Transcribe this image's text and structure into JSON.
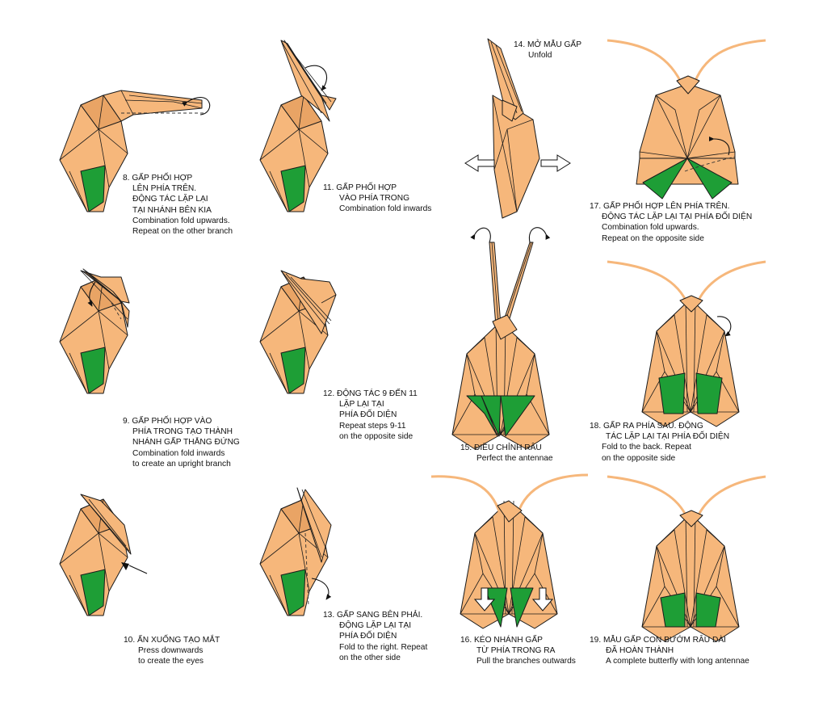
{
  "colors": {
    "paper": "#F6B77B",
    "paper_shade": "#E9A465",
    "green": "#1E9E36",
    "line": "#1a1a1a"
  },
  "steps": [
    {
      "id": "8",
      "lines": [
        "8. GẤP PHỐI HỢP",
        "LÊN PHÍA TRÊN.",
        "ĐỘNG TÁC LẶP LẠI",
        "TẠI NHÁNH BÊN KIA",
        "Combination fold upwards.",
        "Repeat on the other branch"
      ]
    },
    {
      "id": "9",
      "lines": [
        "9. GẤP PHỐI HỢP VÀO",
        "PHÍA TRONG TẠO THÀNH",
        "NHÁNH GẤP THẲNG ĐỨNG",
        "Combination fold inwards",
        "to create an upright branch"
      ]
    },
    {
      "id": "10",
      "lines": [
        "10. ẤN XUỐNG TẠO MẮT",
        "Press downwards",
        "to create the eyes"
      ]
    },
    {
      "id": "11",
      "lines": [
        "11. GẤP PHỐI HỢP",
        "VÀO PHÍA TRONG",
        "Combination fold inwards"
      ]
    },
    {
      "id": "12",
      "lines": [
        "12. ĐỘNG TÁC 9 ĐẾN 11",
        "LẶP LẠI TẠI",
        "PHÍA ĐỐI DIỆN",
        "Repeat steps 9-11",
        "on the opposite side"
      ]
    },
    {
      "id": "13",
      "lines": [
        "13. GẤP SANG BÊN PHẢI.",
        "ĐỘNG LẶP LẠI TẠI",
        "PHÍA ĐỐI DIỆN",
        "Fold to the right. Repeat",
        "on the other side"
      ]
    },
    {
      "id": "14",
      "lines": [
        "14. MỞ MẪU GẤP",
        "Unfold"
      ]
    },
    {
      "id": "15",
      "lines": [
        "15. ĐIỀU CHỈNH RÂU",
        "Perfect the antennae"
      ]
    },
    {
      "id": "16",
      "lines": [
        "16. KÉO NHÁNH GẤP",
        "TỪ PHÍA TRONG RA",
        "Pull the branches outwards"
      ]
    },
    {
      "id": "17",
      "lines": [
        "17. GẤP PHỐI HỢP LÊN  PHÍA TRÊN.",
        "ĐỘNG TÁC LẶP LẠI TẠI PHÍA ĐỐI DIỆN",
        "Combination fold upwards.",
        "Repeat on the opposite side"
      ]
    },
    {
      "id": "18",
      "lines": [
        "18. GẤP RA PHÍA SAU. ĐỘNG",
        "TÁC LẶP LẠI TẠI PHÍA ĐỐI DIỆN",
        "Fold to the back. Repeat",
        "on the opposite side"
      ]
    },
    {
      "id": "19",
      "lines": [
        "19. MẪU GẤP CON BƯỚM RÂU DÀI",
        "ĐÃ HOÀN THÀNH",
        "A complete butterfly with long antennae"
      ]
    }
  ]
}
